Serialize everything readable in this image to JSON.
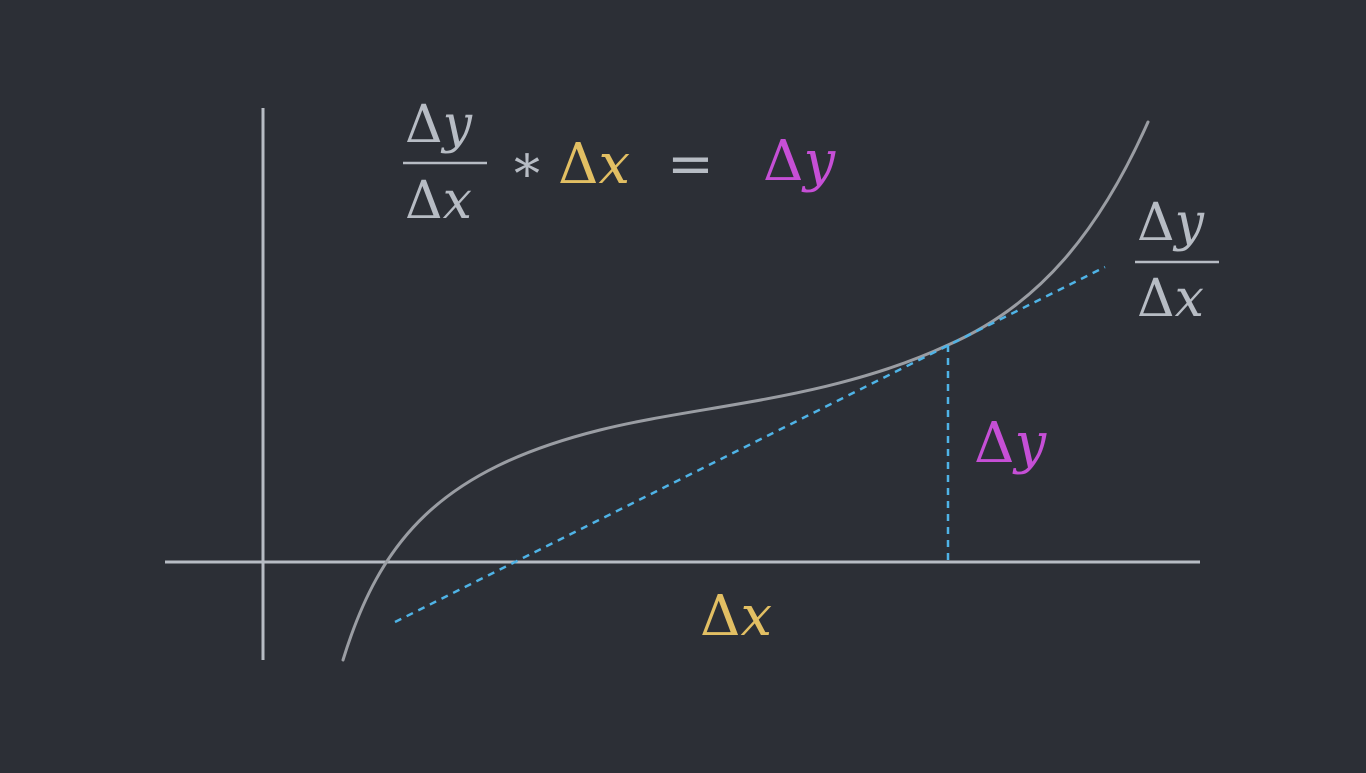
{
  "colors": {
    "background": "#2c2f36",
    "axis": "#b7bcc4",
    "curve": "#9a9da3",
    "tangent": "#4fb3e6",
    "delta_y": "#c64fd6",
    "delta_x": "#e2bf63",
    "formula_text": "#b7bcc4"
  },
  "formula": {
    "numerator_delta": "Δ",
    "numerator_var": "y",
    "denominator_delta": "Δ",
    "denominator_var": "x",
    "times": "*",
    "dx_delta": "Δ",
    "dx_var": "x",
    "equals": "=",
    "dy_delta": "Δ",
    "dy_var": "y"
  },
  "slope_label": {
    "numerator_delta": "Δ",
    "numerator_var": "y",
    "denominator_delta": "Δ",
    "denominator_var": "x"
  },
  "delta_y_label": {
    "delta": "Δ",
    "var": "y"
  },
  "delta_x_label": {
    "delta": "Δ",
    "var": "x"
  }
}
